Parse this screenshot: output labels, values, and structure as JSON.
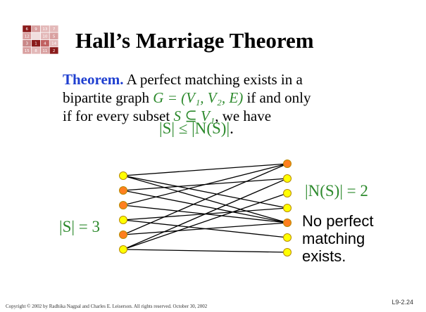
{
  "logo": {
    "cells": [
      {
        "label": "6",
        "color": "#8a1a1a"
      },
      {
        "label": "9",
        "color": "#d9a0a0"
      },
      {
        "label": "13",
        "color": "#e3b8b8"
      },
      {
        "label": "7",
        "color": "#e3b8b8"
      },
      {
        "label": "12",
        "color": "#d9a0a0"
      },
      {
        "label": "",
        "color": "#f1dede"
      },
      {
        "label": "10",
        "color": "#e3b8b8"
      },
      {
        "label": "5",
        "color": "#d9a0a0"
      },
      {
        "label": "3",
        "color": "#c98888"
      },
      {
        "label": "1",
        "color": "#8a1a1a"
      },
      {
        "label": "4",
        "color": "#c06060"
      },
      {
        "label": "14",
        "color": "#e3b8b8"
      },
      {
        "label": "15",
        "color": "#d9a0a0"
      },
      {
        "label": "8",
        "color": "#e3b8b8"
      },
      {
        "label": "11",
        "color": "#d9a0a0"
      },
      {
        "label": "2",
        "color": "#8a1a1a"
      }
    ]
  },
  "title": "Hall’s Marriage Theorem",
  "theorem": {
    "keyword": "Theorem.",
    "line1_rest": "A perfect matching exists in a",
    "line2_pre": "bipartite graph",
    "line2_math": "G = (V₁, V₂, E)",
    "line2_post": "if and only",
    "line3_pre": "if for every subset",
    "line3_math": "S ⊆ V₁",
    "line3_post": ", we have"
  },
  "condition": {
    "formula": "|S| ≤ |N(S)|",
    "period": "."
  },
  "labels": {
    "left_set": "|S| = 3",
    "neighborhood": "|N(S)| = 2"
  },
  "note": {
    "line1": "No perfect",
    "line2": "matching",
    "line3": "exists."
  },
  "colors": {
    "vertex_yellow": "#ffff00",
    "vertex_orange": "#ff7f1f",
    "vertex_outline": "#b88a00",
    "edge": "#000000",
    "math_green": "#2d8a2d",
    "keyword_blue": "#1f3fd0"
  },
  "graph": {
    "left_vertices": [
      {
        "id": "L1",
        "color": "yellow"
      },
      {
        "id": "L2",
        "color": "orange"
      },
      {
        "id": "L3",
        "color": "orange"
      },
      {
        "id": "L4",
        "color": "yellow"
      },
      {
        "id": "L5",
        "color": "orange"
      },
      {
        "id": "L6",
        "color": "yellow"
      }
    ],
    "right_vertices": [
      {
        "id": "R1",
        "color": "orange"
      },
      {
        "id": "R2",
        "color": "yellow"
      },
      {
        "id": "R3",
        "color": "yellow"
      },
      {
        "id": "R4",
        "color": "yellow"
      },
      {
        "id": "R5",
        "color": "orange"
      },
      {
        "id": "R6",
        "color": "yellow"
      },
      {
        "id": "R7",
        "color": "yellow"
      }
    ],
    "edges": [
      [
        "L1",
        "R1"
      ],
      [
        "L1",
        "R4"
      ],
      [
        "L1",
        "R5"
      ],
      [
        "L2",
        "R2"
      ],
      [
        "L2",
        "R5"
      ],
      [
        "L3",
        "R1"
      ],
      [
        "L3",
        "R5"
      ],
      [
        "L4",
        "R4"
      ],
      [
        "L4",
        "R6"
      ],
      [
        "L5",
        "R1"
      ],
      [
        "L5",
        "R5"
      ],
      [
        "L6",
        "R2"
      ],
      [
        "L6",
        "R3"
      ],
      [
        "L6",
        "R7"
      ]
    ]
  },
  "footer": {
    "copyright": "Copyright © 2002 by Radhika Nagpal and Charles E. Leiserson.   All rights reserved.   October 30, 2002",
    "slide_number": "L9-2.24"
  }
}
